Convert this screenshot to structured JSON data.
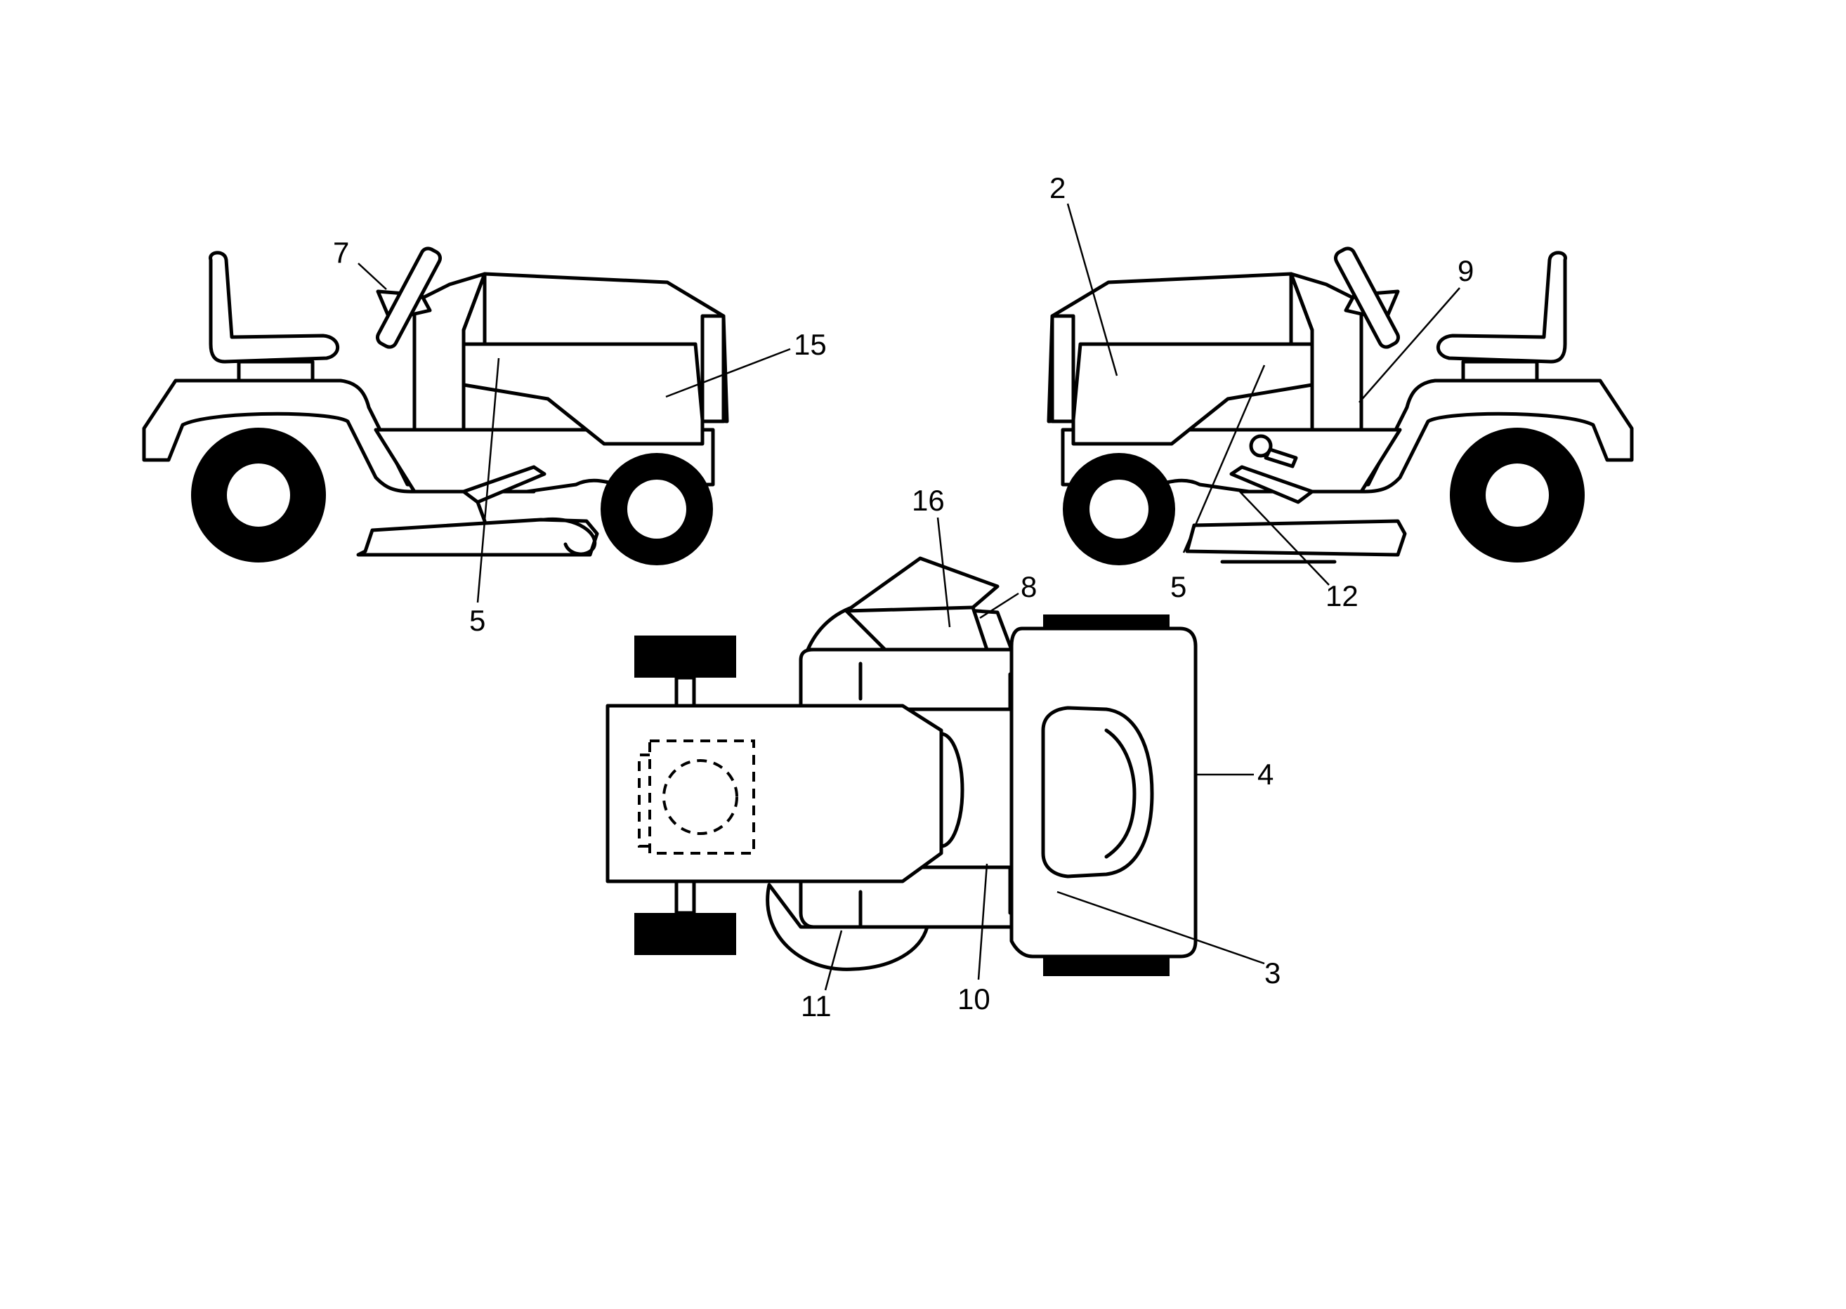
{
  "callouts": {
    "c7": "7",
    "c15": "15",
    "c5_left": "5",
    "c2": "2",
    "c9": "9",
    "c5_right": "5",
    "c12": "12",
    "c16": "16",
    "c8": "8",
    "c4": "4",
    "c3": "3",
    "c10": "10",
    "c11": "11"
  },
  "colors": {
    "line": "#000000",
    "background": "#ffffff"
  }
}
